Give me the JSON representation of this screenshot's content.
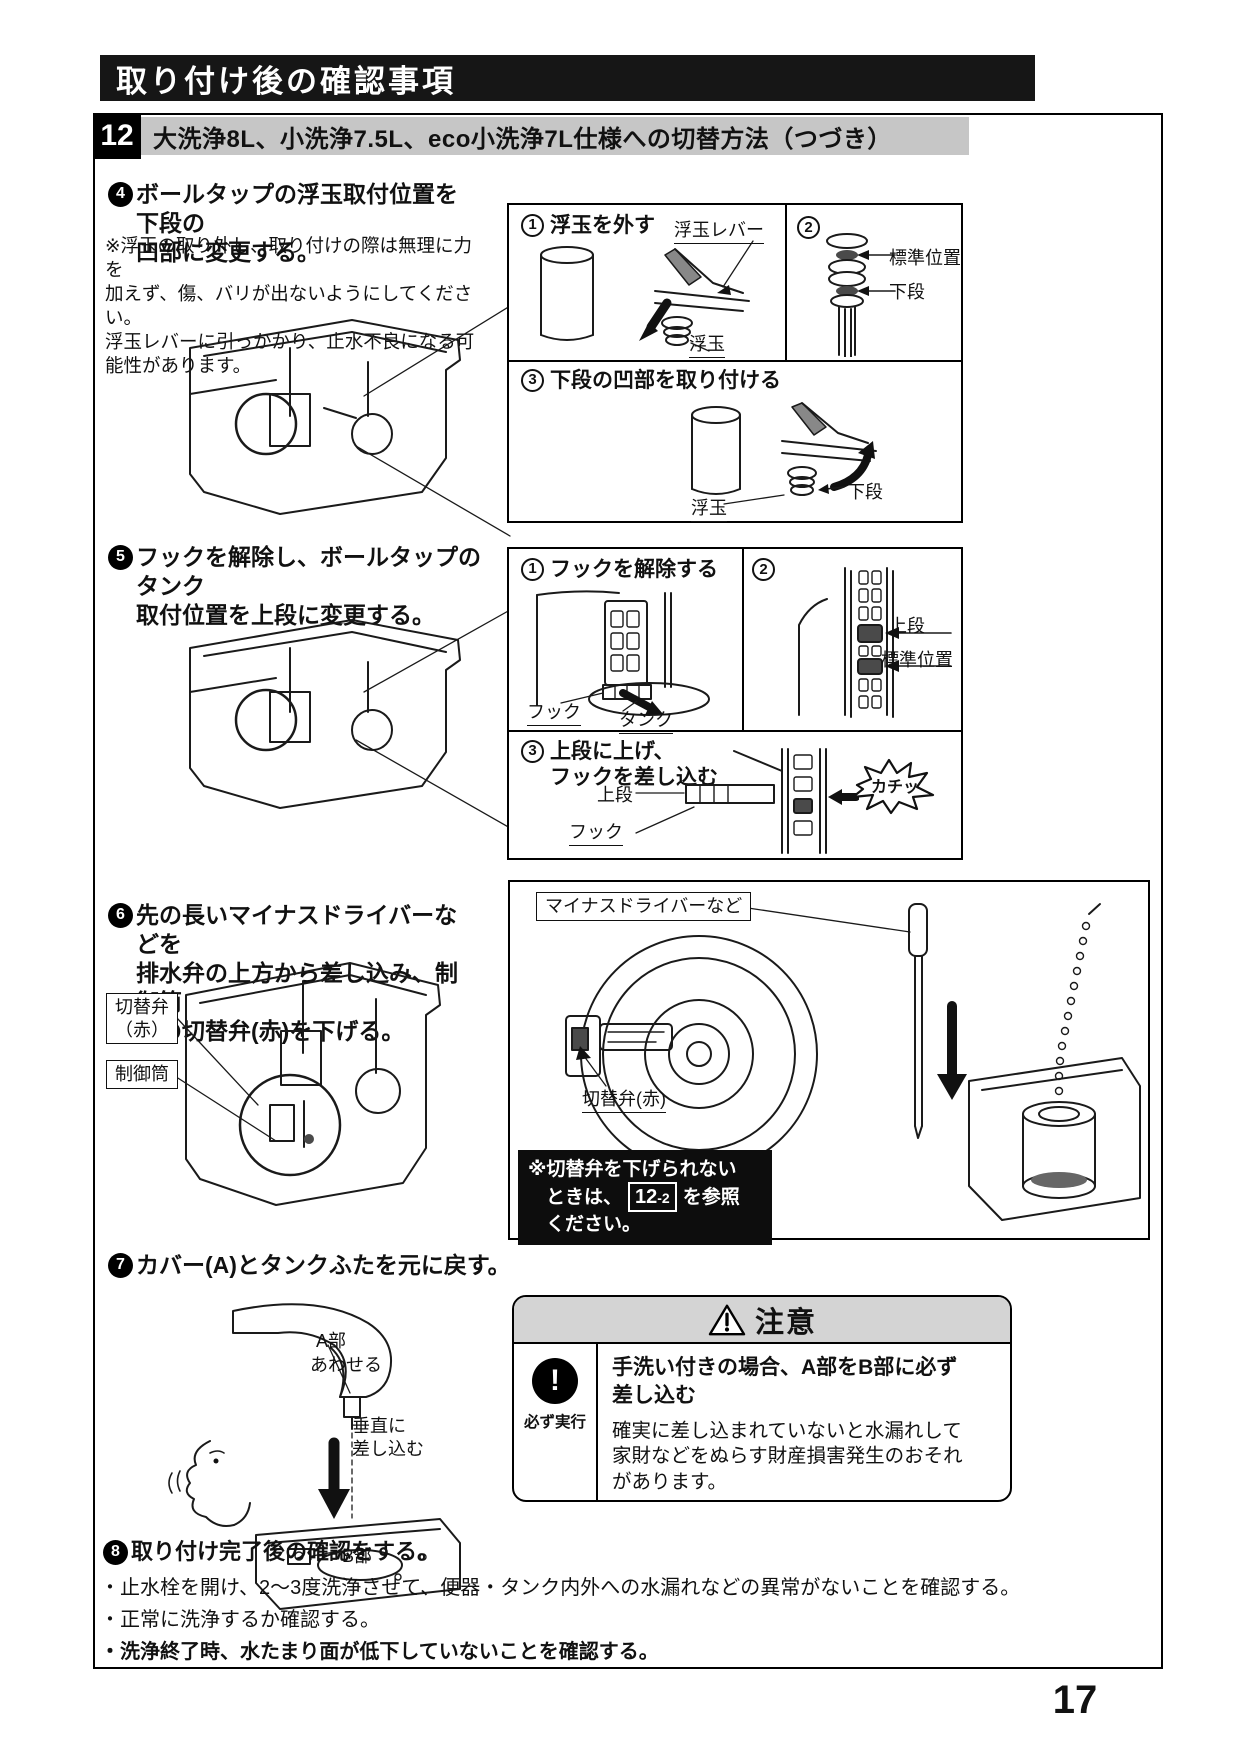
{
  "header": {
    "title": "取り付け後の確認事項"
  },
  "section": {
    "number": "12",
    "title": "大洗浄8L、小洗浄7.5L、eco小洗浄7L仕様への切替方法（つづき）"
  },
  "step4": {
    "num": "4",
    "text": "ボールタップの浮玉取付位置を下段の\n凹部に変更する。",
    "note": "※浮玉の取り外し、取り付けの際は無理に力を\n加えず、傷、バリが出ないようにしてください。\n浮玉レバーに引っかかり、止水不良になる可\n能性があります。",
    "box": {
      "sub1": {
        "num": "1",
        "title": "浮玉を外す",
        "label_lever": "浮玉レバー",
        "label_float": "浮玉"
      },
      "sub2": {
        "num": "2",
        "label_standard": "標準位置",
        "label_lower": "下段"
      },
      "sub3": {
        "num": "3",
        "title": "下段の凹部を取り付ける",
        "label_float": "浮玉",
        "label_lower": "下段"
      }
    }
  },
  "step5": {
    "num": "5",
    "text": "フックを解除し、ボールタップのタンク\n取付位置を上段に変更する。",
    "box": {
      "sub1": {
        "num": "1",
        "title": "フックを解除する",
        "label_hook": "フック",
        "label_tank": "タンク"
      },
      "sub2": {
        "num": "2",
        "label_upper": "上段",
        "label_standard": "標準位置"
      },
      "sub3": {
        "num": "3",
        "title": "上段に上げ、\nフックを差し込む",
        "label_upper": "上段",
        "label_hook": "フック",
        "sound": "カチッ"
      }
    }
  },
  "step6": {
    "num": "6",
    "text": "先の長いマイナスドライバーなどを\n排水弁の上方から差し込み、制御筒\n横の切替弁(赤)を下げる。",
    "label_valve_left": "切替弁\n（赤）",
    "label_tube": "制御筒",
    "box": {
      "label_driver": "マイナスドライバーなど",
      "label_valve": "切替弁(赤)",
      "note": {
        "line1": "※切替弁を下げられない",
        "line2_pre": "ときは、",
        "ref_main": "12",
        "ref_sub": "-2",
        "line2_post": "を参照",
        "line3": "ください。"
      }
    }
  },
  "step7": {
    "num": "7",
    "text": "カバー(A)とタンクふたを元に戻す。",
    "labels": {
      "a": "A部",
      "fit": "あわせる",
      "vertical": "垂直に\n差し込む",
      "b": "B部"
    }
  },
  "caution": {
    "title": "注意",
    "icon_label": "必ず実行",
    "bold_text": "手洗い付きの場合、A部をB部に必ず\n差し込む",
    "body_text": "確実に差し込まれていないと水漏れして\n家財などをぬらす財産損害発生のおそれ\nがあります。"
  },
  "step8": {
    "num": "8",
    "text": "取り付け完了後の確認をする。",
    "bullets": [
      "・止水栓を開け、2～3度洗浄させて、便器・タンク内外への水漏れなどの異常がないことを確認する。",
      "・正常に洗浄するか確認する。",
      "・洗浄終了時、水たまり面が低下していないことを確認する。"
    ]
  },
  "page_number": "17"
}
